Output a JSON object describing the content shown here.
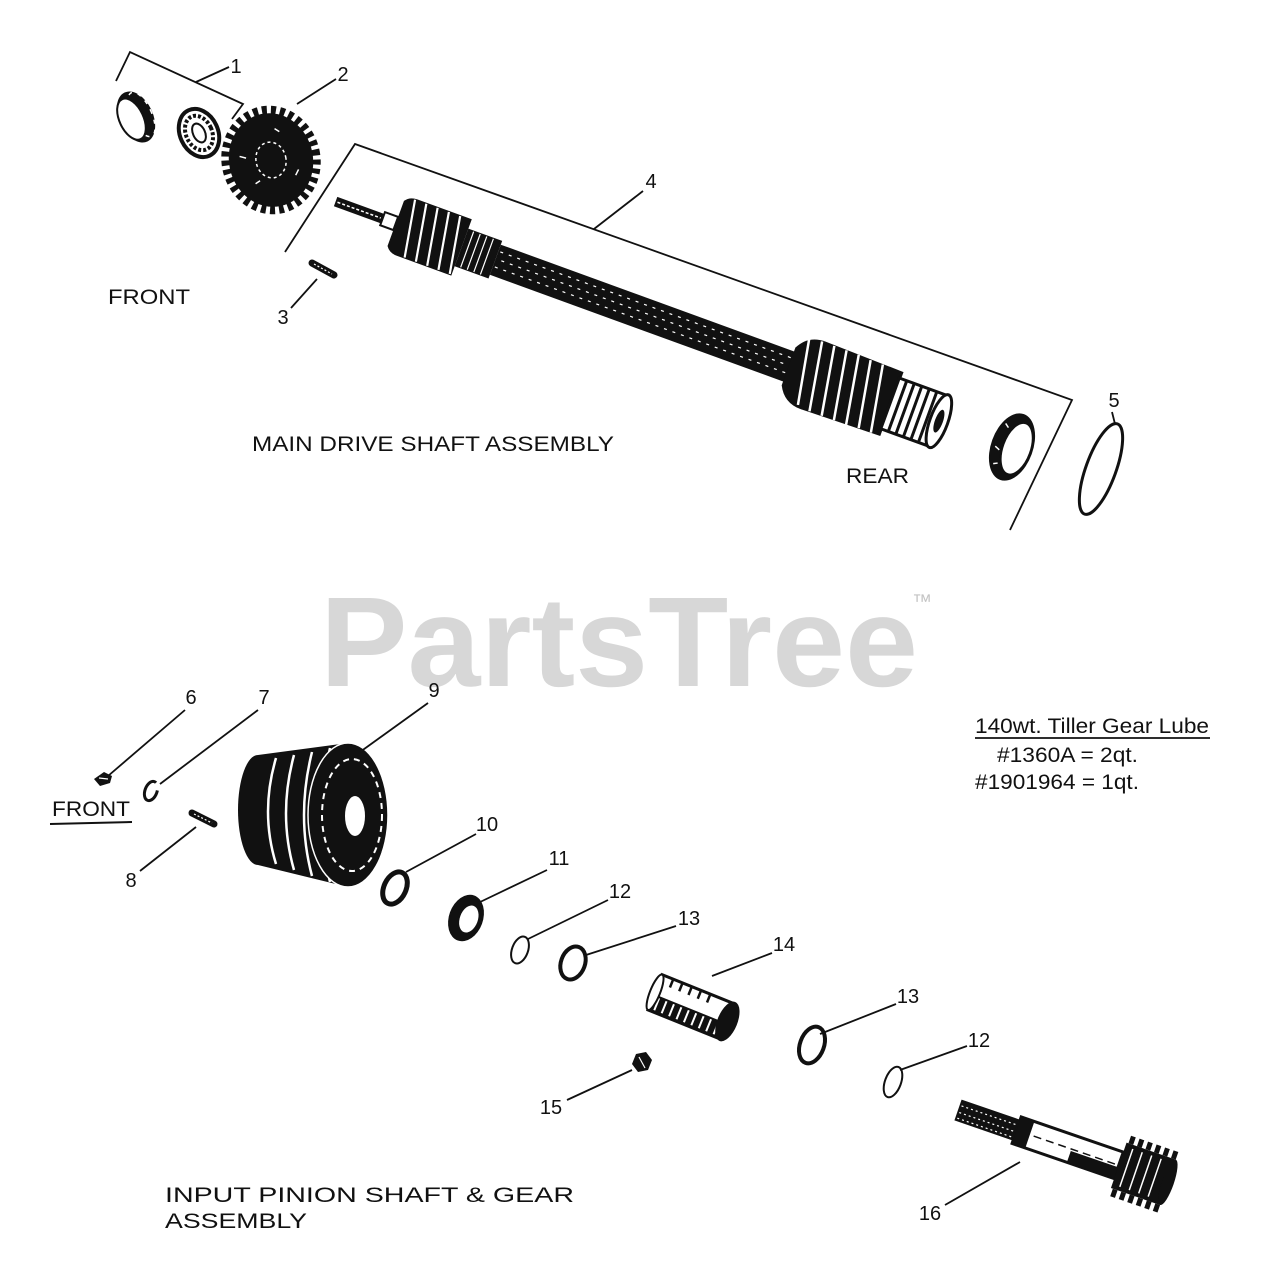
{
  "watermark": {
    "brand": "PartsTree",
    "trademark": "™"
  },
  "main_drive": {
    "title": "MAIN DRIVE SHAFT ASSEMBLY",
    "front_label": "FRONT",
    "rear_label": "REAR",
    "callouts": [
      "1",
      "2",
      "3",
      "4",
      "5"
    ]
  },
  "input_pinion": {
    "title_line1": "INPUT PINION SHAFT & GEAR",
    "title_line2": "ASSEMBLY",
    "front_label": "FRONT",
    "callouts": [
      "6",
      "7",
      "8",
      "9",
      "10",
      "11",
      "12",
      "13",
      "14",
      "13",
      "12",
      "15",
      "16"
    ]
  },
  "lube_note": {
    "heading": "140wt. Tiller Gear Lube",
    "lines": [
      "#1360A = 2qt.",
      "#1901964 = 1qt."
    ]
  },
  "colors": {
    "ink": "#111111",
    "watermark": "#d7d7d7",
    "background": "#ffffff"
  }
}
